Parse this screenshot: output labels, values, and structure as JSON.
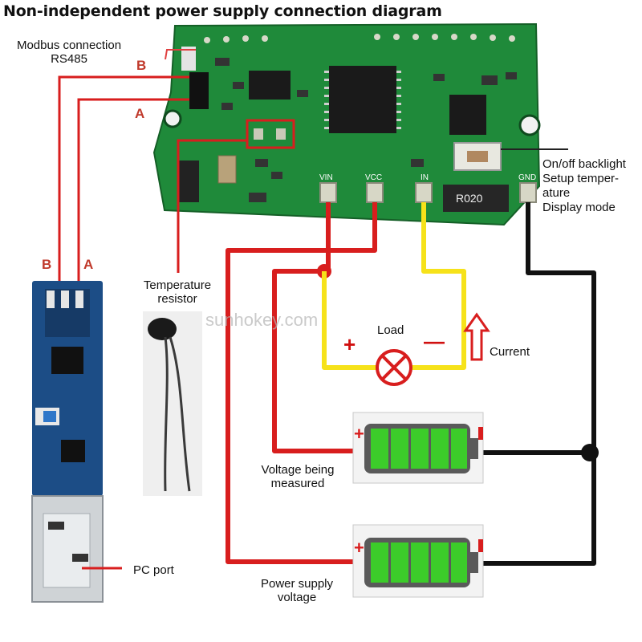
{
  "title": "Non-independent power supply connection diagram",
  "modbus": {
    "line1": "Modbus connection",
    "line2": "RS485"
  },
  "labels": {
    "b_top": "B",
    "a_top": "A",
    "b_bottom": "B",
    "a_bottom": "A",
    "temp_sensor": "Temperature resistor",
    "pc_port": "PC port",
    "load": "Load",
    "load_plus": "+",
    "load_minus": "—",
    "current": "Current",
    "voltage_measured": "Voltage being measured",
    "supply_voltage": "Power supply voltage",
    "backlight_1": "On/off backlight",
    "backlight_2": "Setup temper-",
    "backlight_3": "ature",
    "backlight_4": "Display mode"
  },
  "pcb_marks": {
    "vin": "VIN",
    "vcc": "VCC",
    "in": "IN",
    "gnd": "GND",
    "shunt": "R020"
  },
  "watermark": "sunhokey.com",
  "colors": {
    "red_wire": "#d81e1e",
    "yellow_wire": "#f6e21a",
    "black_wire": "#111111",
    "pcb": "#1f8a3a",
    "battery": "#3ccc2a"
  },
  "icons": [
    "usb-rs485-adapter-icon",
    "thermistor-icon",
    "battery-icon",
    "lamp-icon",
    "arrow-up-icon",
    "pcb-board-icon"
  ]
}
